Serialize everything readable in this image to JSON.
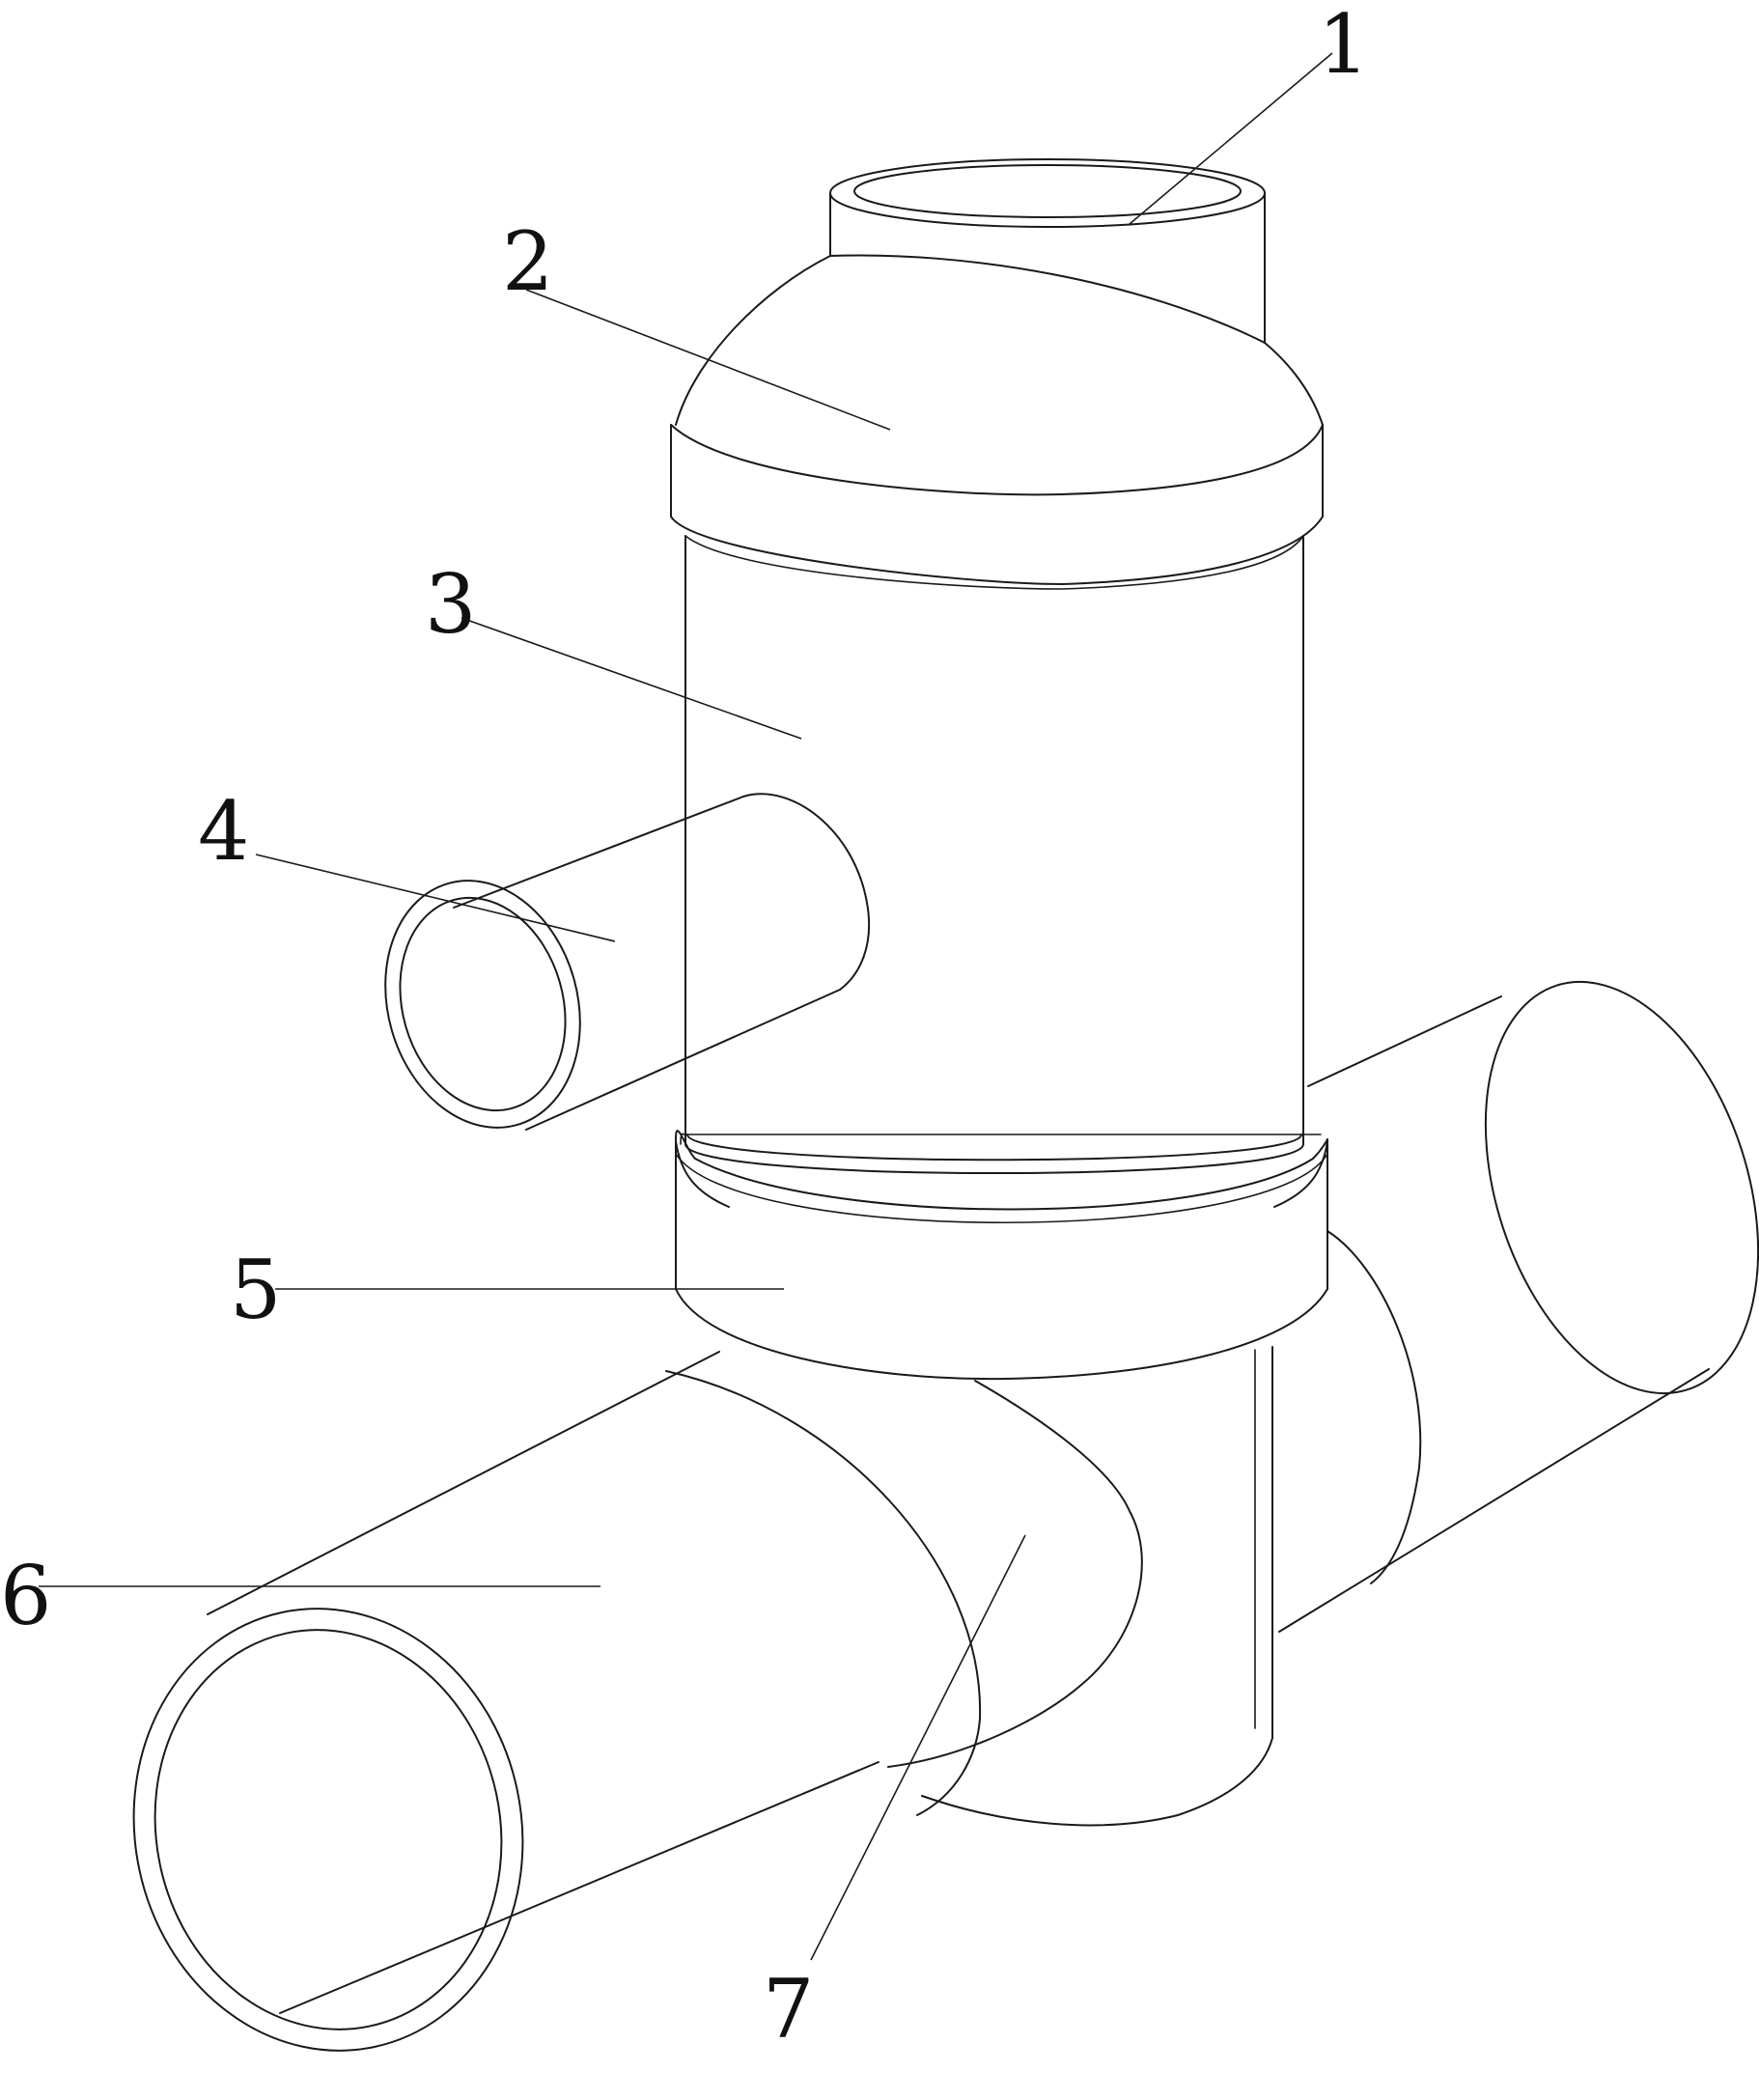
{
  "labels": [
    {
      "id": "1",
      "text": "1"
    },
    {
      "id": "2",
      "text": "2"
    },
    {
      "id": "3",
      "text": "3"
    },
    {
      "id": "4",
      "text": "4"
    },
    {
      "id": "5",
      "text": "5"
    },
    {
      "id": "6",
      "text": "6"
    },
    {
      "id": "7",
      "text": "7"
    }
  ],
  "colors": {
    "line": "#1a1a1a",
    "background": "#ffffff"
  }
}
